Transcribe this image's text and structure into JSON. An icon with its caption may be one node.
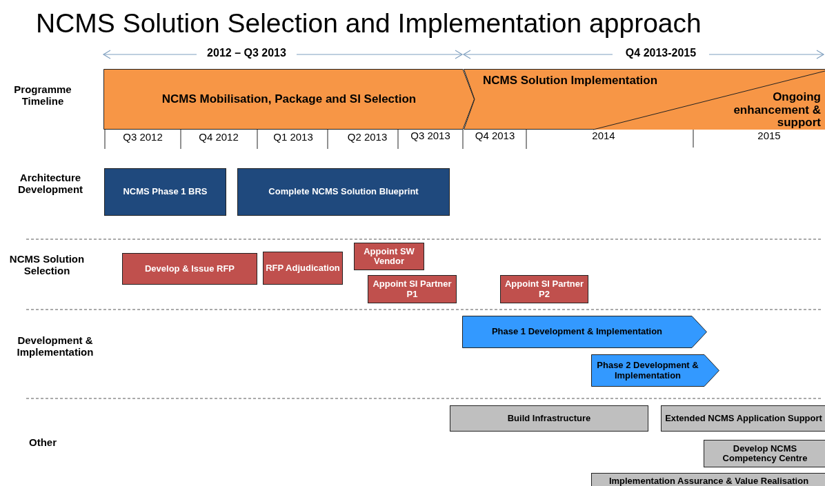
{
  "diagram": {
    "title": "NCMS Solution Selection and Implementation approach",
    "nodes": [
      {
        "text": [
          "NCMS Mobilisation, Package and SI Selection"
        ]
      },
      {
        "text": [
          "NCMS Solution Implementation"
        ]
      },
      {
        "text": [
          "Ongoing enhancement & support"
        ],
        "in": 1
      },
      {
        "text": [
          "NCMS Phase 1 BRS"
        ]
      },
      {
        "text": [
          "Complete NCMS Solution Blueprint"
        ]
      },
      {
        "text": [
          "Develop & Issue RFP"
        ]
      },
      {
        "text": [
          "RFP Adjudication"
        ]
      },
      {
        "text": [
          "Appoint SW Vendor"
        ]
      },
      {
        "text": [
          "Appoint SI Partner P1"
        ]
      },
      {
        "text": [
          "Appoint SI Partner P2"
        ]
      },
      {
        "text": [
          "Phase 1 Development & Implementation"
        ]
      },
      {
        "text": [
          "Phase 2 Development & Implementation"
        ]
      },
      {
        "text": [
          "Build Infrastructure"
        ]
      },
      {
        "text": [
          "Extended NCMS Application Support"
        ]
      },
      {
        "text": [
          "Develop NCMS Competency Centre"
        ]
      },
      {
        "text": [
          "Implementation Assurance & Value Realisation"
        ]
      }
    ],
    "edges": [],
    "labels": [
      "2012 – Q3 2013",
      "Q4 2013-2015",
      "Programme Timeline",
      "Q3 2012",
      "Q4 2012",
      "Q1 2013",
      "Q2 2013",
      "Q3 2013",
      "Q4 2013",
      "2014",
      "2015",
      "Architecture Development",
      "NCMS Solution Selection",
      "Development & Implementation",
      "Other"
    ]
  }
}
